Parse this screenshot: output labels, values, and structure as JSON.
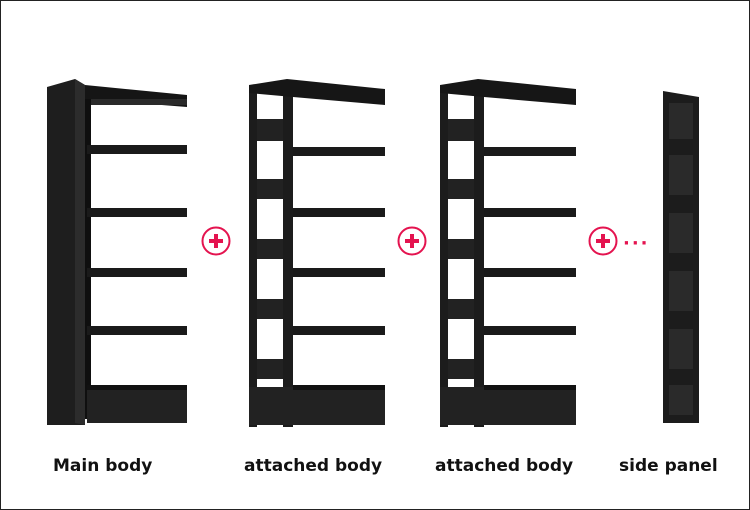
{
  "colors": {
    "accent": "#e4134f",
    "shelf": "#1c1c1c"
  },
  "items": [
    {
      "label": "Main body",
      "icon": "main-shelf-unit"
    },
    {
      "label": "attached body",
      "icon": "attached-shelf-unit"
    },
    {
      "label": "attached body",
      "icon": "attached-shelf-unit"
    },
    {
      "label": "side panel",
      "icon": "side-panel"
    }
  ],
  "connectors": [
    {
      "icon": "plus-icon"
    },
    {
      "icon": "plus-icon"
    },
    {
      "icon": "plus-icon",
      "trailing": "···"
    }
  ]
}
